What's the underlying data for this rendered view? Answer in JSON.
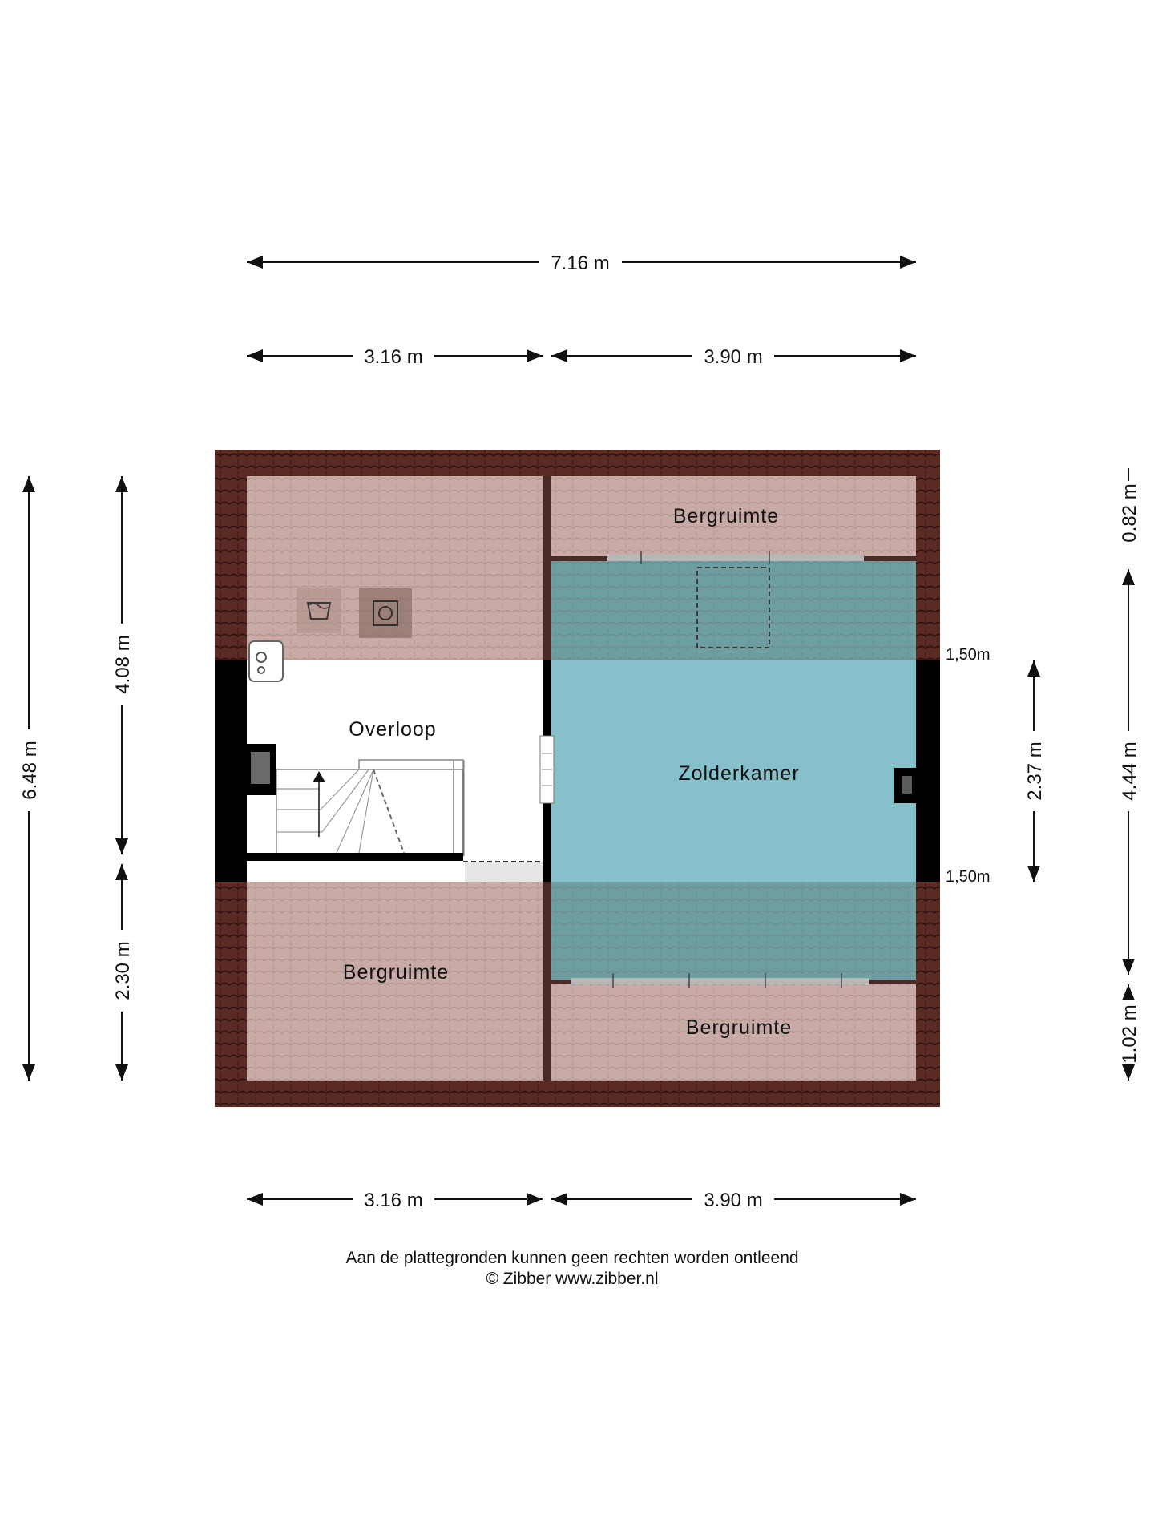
{
  "rooms": {
    "bergruimte_top_right": "Bergruimte",
    "overloop": "Overloop",
    "zolderkamer": "Zolderkamer",
    "bergruimte_bottom_left": "Bergruimte",
    "bergruimte_bottom_right": "Bergruimte"
  },
  "dimensions": {
    "top_total": "7.16 m",
    "top_left": "3.16 m",
    "top_right": "3.90 m",
    "bottom_left": "3.16 m",
    "bottom_right": "3.90 m",
    "left_total": "6.48 m",
    "left_upper": "4.08 m",
    "left_lower": "2.30 m",
    "right_upper": "0.82 m",
    "right_middle": "4.44 m",
    "right_lower": "1.02 m",
    "zolderkamer_height": "2.37 m",
    "ceiling_upper": "1,50m",
    "ceiling_lower": "1,50m"
  },
  "footer": {
    "disclaimer": "Aan de plattegronden kunnen geen rechten worden ontleend",
    "copyright": "© Zibber www.zibber.nl"
  },
  "colors": {
    "roof_edge": "#5a2a24",
    "roof_area": "#c8aaa6",
    "room_blue": "#86c1cb",
    "wall": "#000000",
    "floor_white": "#ffffff"
  }
}
